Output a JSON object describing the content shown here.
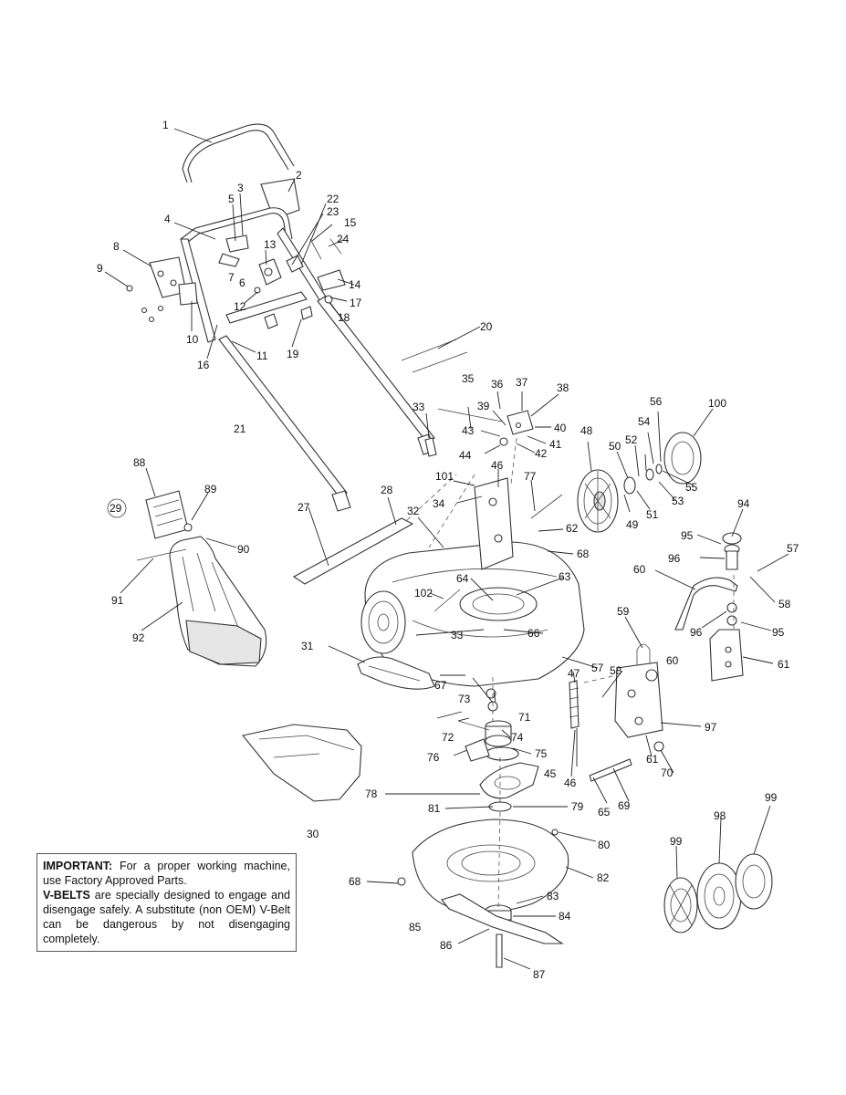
{
  "notice": {
    "important_label": "IMPORTANT:",
    "important_text": "For a proper working machine, use Factory Approved Parts.",
    "vbelts_label": "V-BELTS",
    "vbelts_text": "are specially designed to engage and disengage safely. A substitute (non OEM) V-Belt can be dangerous by not disengaging completely."
  },
  "callouts": [
    "1",
    "2",
    "3",
    "4",
    "5",
    "6",
    "7",
    "8",
    "9",
    "10",
    "11",
    "12",
    "13",
    "14",
    "15",
    "16",
    "17",
    "18",
    "19",
    "20",
    "21",
    "22",
    "23",
    "24",
    "27",
    "28",
    "29",
    "30",
    "31",
    "32",
    "33",
    "33",
    "34",
    "35",
    "36",
    "37",
    "38",
    "39",
    "40",
    "41",
    "42",
    "43",
    "44",
    "45",
    "46",
    "46",
    "47",
    "48",
    "49",
    "50",
    "51",
    "52",
    "53",
    "54",
    "55",
    "56",
    "57",
    "57",
    "58",
    "58",
    "59",
    "60",
    "60",
    "61",
    "61",
    "62",
    "63",
    "64",
    "65",
    "66",
    "67",
    "68",
    "68",
    "69",
    "70",
    "71",
    "72",
    "73",
    "74",
    "75",
    "76",
    "77",
    "78",
    "79",
    "80",
    "81",
    "82",
    "83",
    "84",
    "85",
    "86",
    "87",
    "88",
    "89",
    "90",
    "91",
    "92",
    "94",
    "95",
    "95",
    "96",
    "96",
    "97",
    "98",
    "99",
    "99",
    "100",
    "101",
    "102"
  ]
}
